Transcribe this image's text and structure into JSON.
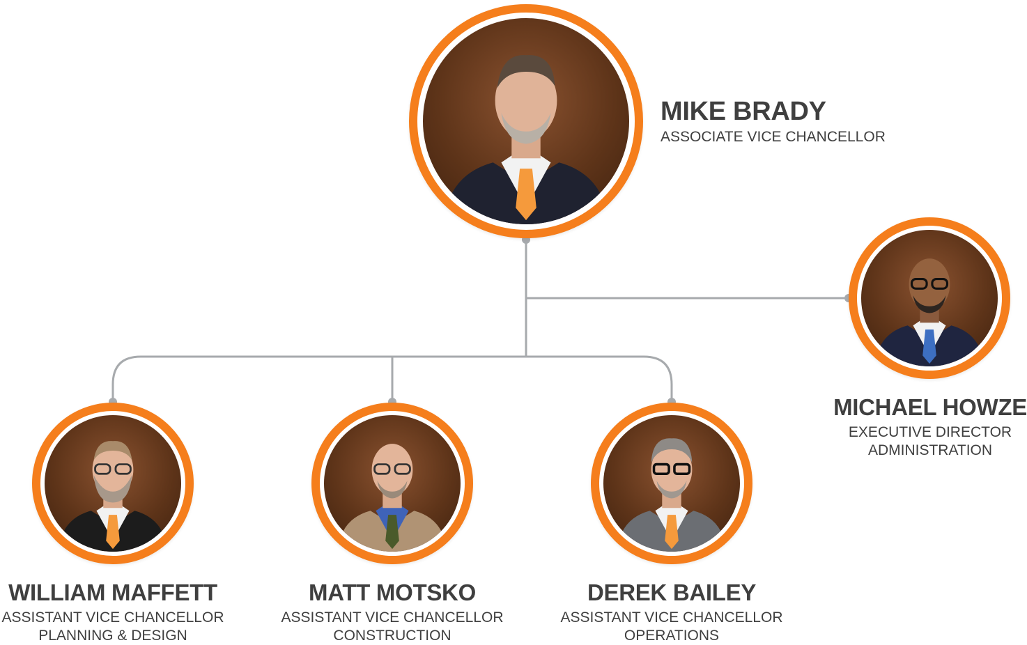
{
  "colors": {
    "ring": "#f57e1c",
    "connector": "#a7aaad",
    "text": "#3f3f3f"
  },
  "chart": {
    "root": {
      "name": "MIKE BRADY",
      "title": "ASSOCIATE VICE CHANCELLOR",
      "photo_icon": "portrait-photo"
    },
    "side": {
      "name": "MICHAEL HOWZE",
      "title_line1": "EXECUTIVE DIRECTOR",
      "title_line2": "ADMINISTRATION",
      "photo_icon": "portrait-photo"
    },
    "reports": [
      {
        "name": "WILLIAM MAFFETT",
        "title_line1": "ASSISTANT VICE CHANCELLOR",
        "title_line2": "PLANNING & DESIGN",
        "photo_icon": "portrait-photo"
      },
      {
        "name": "MATT MOTSKO",
        "title_line1": "ASSISTANT VICE CHANCELLOR",
        "title_line2": "CONSTRUCTION",
        "photo_icon": "portrait-photo"
      },
      {
        "name": "DEREK BAILEY",
        "title_line1": "ASSISTANT VICE CHANCELLOR",
        "title_line2": "OPERATIONS",
        "photo_icon": "portrait-photo"
      }
    ]
  }
}
